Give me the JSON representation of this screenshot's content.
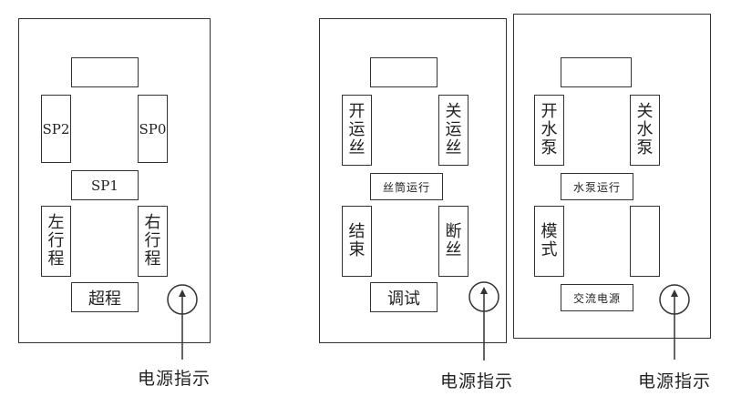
{
  "panels": [
    {
      "display_label": "",
      "left_buttons": [
        "SP2"
      ],
      "right_buttons": [
        "SP0"
      ],
      "middle_label": "SP1",
      "lower_left": [
        "左",
        "行",
        "程"
      ],
      "lower_right": [
        "右",
        "行",
        "程"
      ],
      "bottom_label": "超程",
      "power_caption": "电源指示"
    },
    {
      "display_label": "",
      "upper_left": [
        "开",
        "运",
        "丝"
      ],
      "upper_right": [
        "关",
        "运",
        "丝"
      ],
      "middle_label": "丝筒运行",
      "lower_left": [
        "结",
        "束"
      ],
      "lower_right": [
        "断",
        "丝"
      ],
      "bottom_label": "调试",
      "power_caption": "电源指示"
    },
    {
      "display_label": "",
      "upper_left": [
        "开",
        "水",
        "泵"
      ],
      "upper_right": [
        "关",
        "水",
        "泵"
      ],
      "middle_label": "水泵运行",
      "lower_left": [
        "模",
        "式"
      ],
      "lower_right": [],
      "bottom_label": "交流电源",
      "power_caption": "电源指示"
    }
  ]
}
